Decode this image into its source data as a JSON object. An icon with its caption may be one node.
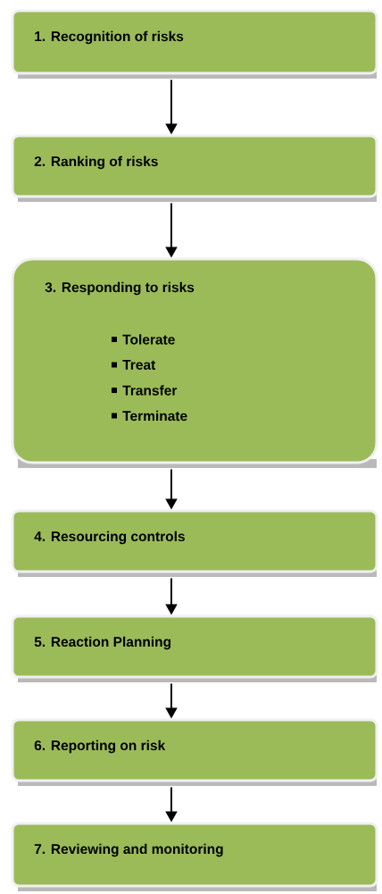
{
  "diagram": {
    "nodes": [
      {
        "text": [
          "1. Recognition of risks"
        ]
      },
      {
        "text": [
          "2. Ranking of risks"
        ]
      },
      {
        "text": [
          "3. Responding to risks",
          "Tolerate",
          "Treat",
          "Transfer",
          "Terminate"
        ]
      },
      {
        "text": [
          "4. Resourcing controls"
        ]
      },
      {
        "text": [
          "5. Reaction Planning"
        ]
      },
      {
        "text": [
          "6. Reporting on risk"
        ]
      },
      {
        "text": [
          "7. Reviewing and monitoring"
        ]
      }
    ],
    "edges": [
      {
        "from": 0,
        "to": 1,
        "arrow": "to"
      },
      {
        "from": 1,
        "to": 2,
        "arrow": "to"
      },
      {
        "from": 2,
        "to": 3,
        "arrow": "to"
      },
      {
        "from": 3,
        "to": 4,
        "arrow": "to"
      },
      {
        "from": 4,
        "to": 5,
        "arrow": "to"
      },
      {
        "from": 5,
        "to": 6,
        "arrow": "to"
      }
    ]
  }
}
